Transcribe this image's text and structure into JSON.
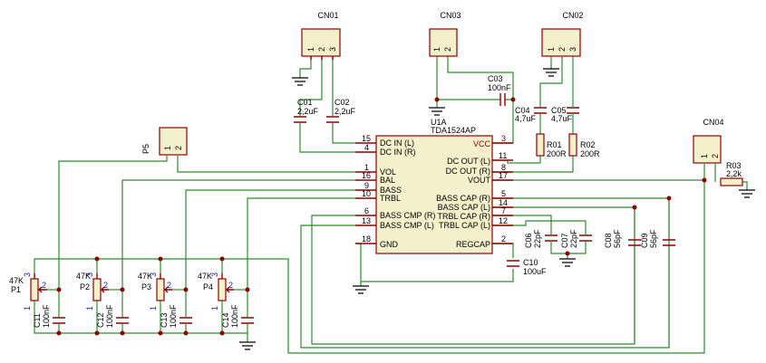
{
  "connectors": {
    "cn01": {
      "ref": "CN01",
      "pins": [
        "1",
        "2",
        "3"
      ]
    },
    "cn03": {
      "ref": "CN03",
      "pins": [
        "1",
        "2"
      ]
    },
    "cn02": {
      "ref": "CN02",
      "pins": [
        "1",
        "2",
        "3"
      ]
    },
    "cn04": {
      "ref": "CN04",
      "pins": [
        "1",
        "2"
      ]
    },
    "p5": {
      "ref": "P5",
      "pins": [
        "1",
        "2"
      ]
    }
  },
  "ic": {
    "ref": "U1A",
    "part": "TDA1524AP",
    "left_pins": [
      {
        "num": "15",
        "name": "DC IN (L)"
      },
      {
        "num": "4",
        "name": "DC IN (R)"
      },
      {
        "num": "1",
        "name": "VOL"
      },
      {
        "num": "16",
        "name": "BAL"
      },
      {
        "num": "9",
        "name": "BASS"
      },
      {
        "num": "10",
        "name": "TRBL"
      },
      {
        "num": "6",
        "name": "BASS CMP (R)"
      },
      {
        "num": "13",
        "name": "BASS CMP (L)"
      },
      {
        "num": "18",
        "name": "GND"
      }
    ],
    "right_pins": [
      {
        "num": "3",
        "name": "VCC"
      },
      {
        "num": "11",
        "name": "DC OUT (L)"
      },
      {
        "num": "8",
        "name": "DC OUT (R)"
      },
      {
        "num": "17",
        "name": "VOUT"
      },
      {
        "num": "5",
        "name": "BASS CAP (R)"
      },
      {
        "num": "14",
        "name": "BASS CAP (L)"
      },
      {
        "num": "7",
        "name": "TRBL CAP (R)"
      },
      {
        "num": "12",
        "name": "TRBL CAP (L)"
      },
      {
        "num": "2",
        "name": "REGCAP"
      }
    ]
  },
  "capacitors": {
    "c01": {
      "ref": "C01",
      "value": "2,2uF"
    },
    "c02": {
      "ref": "C02",
      "value": "2,2uF"
    },
    "c03": {
      "ref": "C03",
      "value": "100nF"
    },
    "c04": {
      "ref": "C04",
      "value": "4,7uF"
    },
    "c05": {
      "ref": "C05",
      "value": "4,7uF"
    },
    "c06": {
      "ref": "C06",
      "value": "22pF"
    },
    "c07": {
      "ref": "C07",
      "value": "22pF"
    },
    "c08": {
      "ref": "C08",
      "value": "56pF"
    },
    "c09": {
      "ref": "C09",
      "value": "56pF"
    },
    "c10": {
      "ref": "C10",
      "value": "100uF"
    },
    "c11": {
      "ref": "C11",
      "value": "100nF"
    },
    "c12": {
      "ref": "C12",
      "value": "100nF"
    },
    "c13": {
      "ref": "C13",
      "value": "100nF"
    },
    "c14": {
      "ref": "C14",
      "value": "100nF"
    }
  },
  "resistors": {
    "r01": {
      "ref": "R01",
      "value": "200R"
    },
    "r02": {
      "ref": "R02",
      "value": "200R"
    },
    "r03": {
      "ref": "R03",
      "value": "2,2k"
    }
  },
  "potentiometers": [
    {
      "ref": "P1",
      "value": "47K",
      "pins": [
        "1",
        "2",
        "3"
      ]
    },
    {
      "ref": "P2",
      "value": "47K",
      "pins": [
        "1",
        "2",
        "3"
      ]
    },
    {
      "ref": "P3",
      "value": "47K",
      "pins": [
        "1",
        "2",
        "3"
      ]
    },
    {
      "ref": "P4",
      "value": "47K",
      "pins": [
        "1",
        "2",
        "3"
      ]
    }
  ],
  "colors": {
    "component": "#8b0000",
    "wire": "#2e8b2e",
    "ground": "#000000",
    "pin_number_pot": "#1a1aa6",
    "body_fill": "#f5f0cc"
  }
}
